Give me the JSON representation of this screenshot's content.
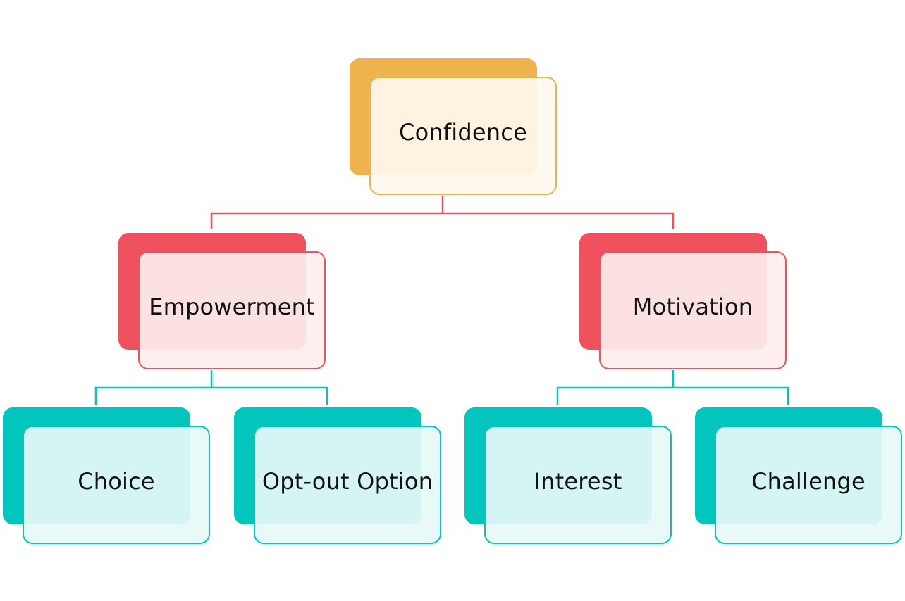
{
  "colors": {
    "level1": "#eeb24e",
    "level2": "#f0515e",
    "level3": "#02c5bd",
    "fill_level1": "rgba(255, 248, 238, 0.92)",
    "fill_level2": "rgba(253, 238, 239, 0.92)",
    "fill_level3": "rgba(230, 248, 247, 0.92)"
  },
  "nodes": {
    "root": {
      "label": "Confidence"
    },
    "empowerment": {
      "label": "Empowerment"
    },
    "motivation": {
      "label": "Motivation"
    },
    "choice": {
      "label": "Choice"
    },
    "opt_out": {
      "label": "Opt-out Option"
    },
    "interest": {
      "label": "Interest"
    },
    "challenge": {
      "label": "Challenge"
    }
  }
}
